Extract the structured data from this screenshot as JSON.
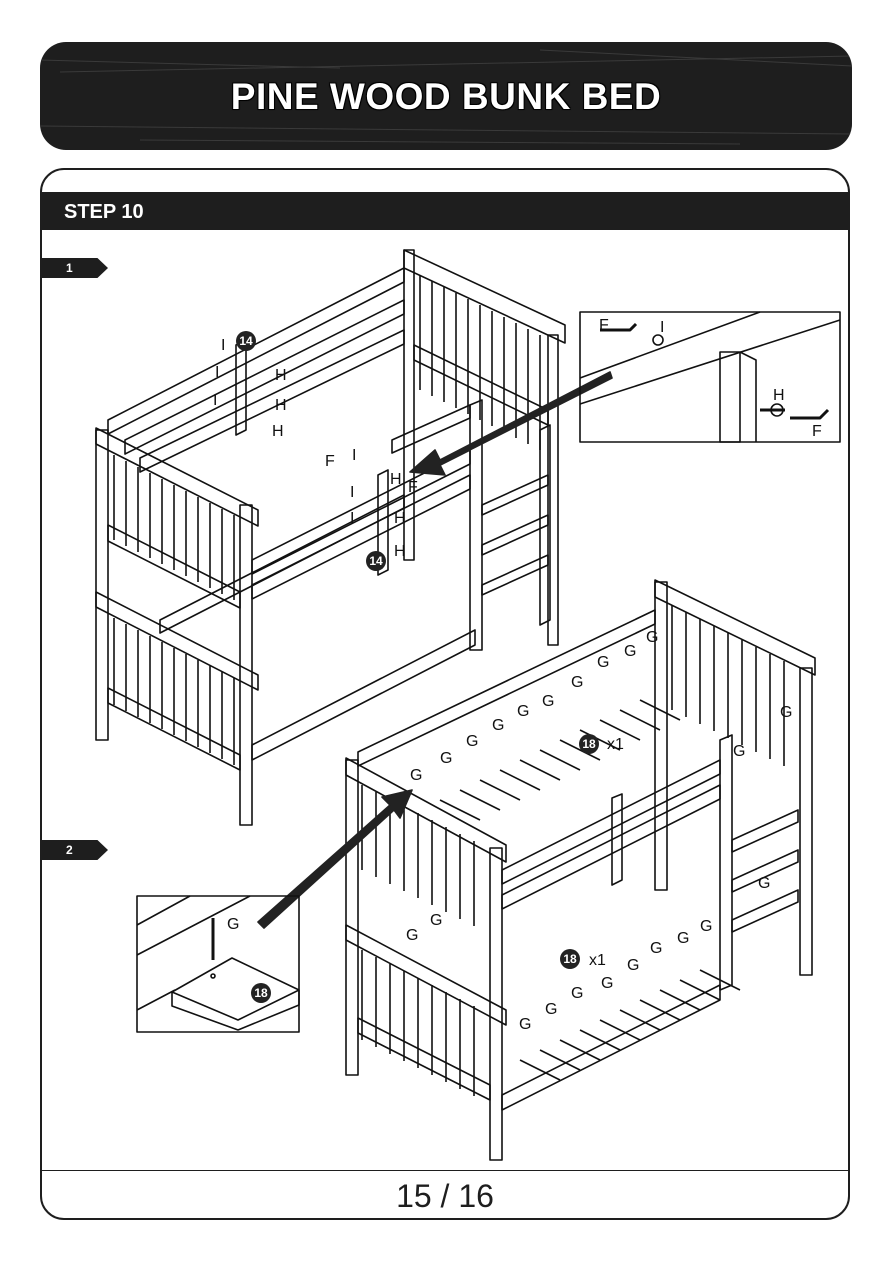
{
  "header": {
    "title": "PINE WOOD BUNK BED"
  },
  "step": {
    "label": "STEP 10"
  },
  "substeps": [
    {
      "number": "1"
    },
    {
      "number": "2"
    }
  ],
  "parts": {
    "F": "F",
    "I": "I",
    "H": "H",
    "G": "G",
    "part_14": "14",
    "part_18": "18",
    "qty_x1": "x1"
  },
  "footer": {
    "page": "15 / 16"
  }
}
